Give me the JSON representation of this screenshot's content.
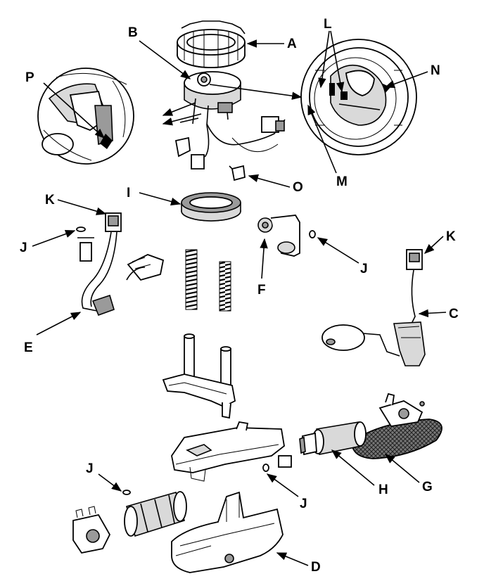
{
  "callouts": {
    "A": "A",
    "B": "B",
    "C": "C",
    "D": "D",
    "E": "E",
    "F": "F",
    "G": "G",
    "H": "H",
    "I": "I",
    "J": "J",
    "K": "K",
    "L": "L",
    "M": "M",
    "N": "N",
    "O": "O",
    "P": "P"
  }
}
